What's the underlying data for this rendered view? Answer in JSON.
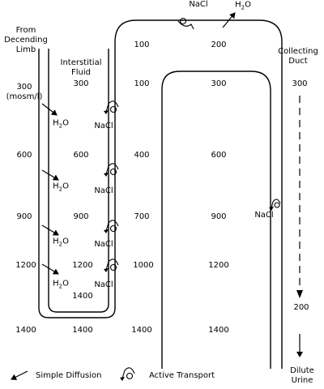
{
  "labels": {
    "descending_limb": [
      "From",
      "Decending",
      "Limb"
    ],
    "interstitial": [
      "Interstitial",
      "Fluid"
    ],
    "collecting_duct": [
      "Collecting",
      "Duct"
    ],
    "units": [
      "300",
      "(mosm/l)"
    ],
    "dilute_urine": [
      "Dilute",
      "Urine"
    ]
  },
  "solutes": {
    "water": "H",
    "water_sub": "2",
    "water_tail": "O",
    "salt": "NaCl"
  },
  "legend": {
    "simple_diffusion": "Simple   Diffusion",
    "active_transport": "Active   Transport"
  },
  "values": {
    "descending": [
      "600",
      "900",
      "1200",
      "1400"
    ],
    "interstitial": [
      "300",
      "600",
      "900",
      "1200",
      "1400",
      "1400"
    ],
    "ascending": [
      "100",
      "100",
      "400",
      "700",
      "1000",
      "1400"
    ],
    "cortex_column": [
      "200",
      "300",
      "600",
      "900",
      "1200",
      "1400"
    ],
    "duct": [
      "300",
      "200"
    ]
  }
}
